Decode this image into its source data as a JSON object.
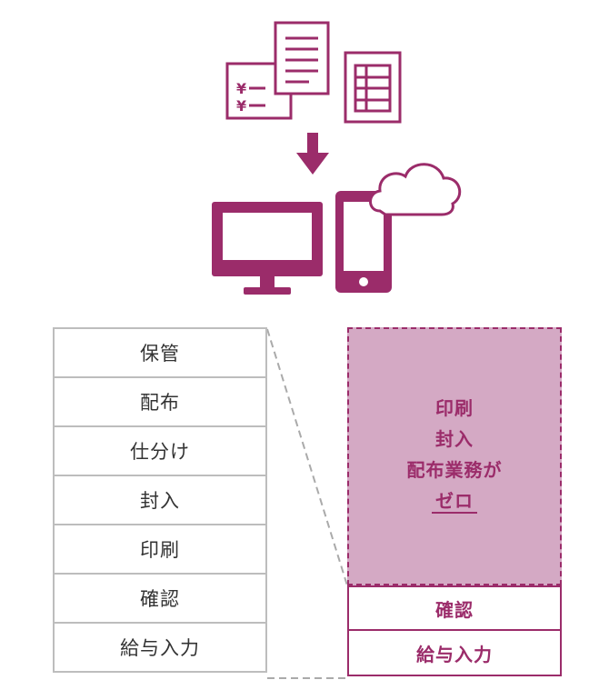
{
  "colors": {
    "accent": "#9b2c6a",
    "accent_light": "#d4a9c4",
    "gray_border": "#bdbdbd",
    "text_dark": "#333333"
  },
  "icons": [
    "document-icon",
    "receipt-yen-icon",
    "spreadsheet-icon",
    "down-arrow-icon",
    "monitor-icon",
    "smartphone-icon",
    "cloud-icon"
  ],
  "left_steps": [
    "保管",
    "配布",
    "仕分け",
    "封入",
    "印刷",
    "確認",
    "給与入力"
  ],
  "zero_box": {
    "line1": "印刷",
    "line2": "封入",
    "line3": "配布業務が",
    "line4": "ゼロ"
  },
  "right_steps": [
    "確認",
    "給与入力"
  ]
}
